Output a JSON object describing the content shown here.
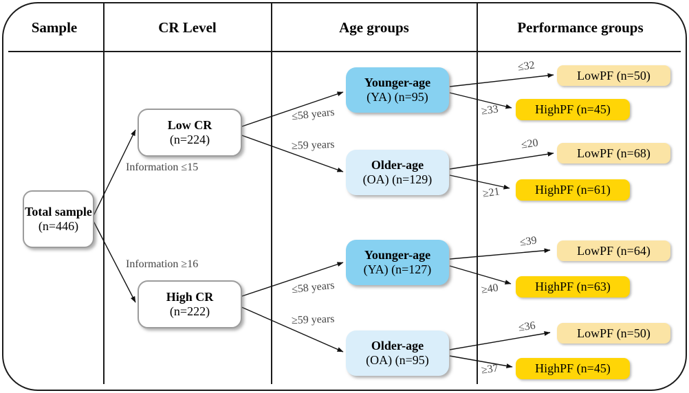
{
  "figure": {
    "type": "flow-diagram",
    "description": "Sample stratification flowchart"
  },
  "header": {
    "columns": [
      "Sample",
      "CR Level",
      "Age groups",
      "Performance groups"
    ]
  },
  "colors": {
    "frame": "#1a1a1a",
    "younger_age_box": "#87d1f1",
    "older_age_box": "#daeefa",
    "low_pf_box": "#fbe4a5",
    "high_pf_box": "#ffd506",
    "neutral_box_border": "#9c9c9c",
    "edge_label_text": "#454545"
  },
  "nodes": {
    "total_sample": {
      "title": "Total sample",
      "count": "(n=446)"
    },
    "low_cr": {
      "title": "Low CR",
      "count": "(n=224)"
    },
    "high_cr": {
      "title": "High CR",
      "count": "(n=222)"
    },
    "ya_low_cr": {
      "title": "Younger-age",
      "count": "(YA) (n=95)"
    },
    "oa_low_cr": {
      "title": "Older-age",
      "count": "(OA) (n=129)"
    },
    "ya_high_cr": {
      "title": "Younger-age",
      "count": "(YA) (n=127)"
    },
    "oa_high_cr": {
      "title": "Older-age",
      "count": "(OA) (n=95)"
    },
    "pf_boxes": [
      "LowPF (n=50)",
      "HighPF (n=45)",
      "LowPF (n=68)",
      "HighPF (n=61)",
      "LowPF (n=64)",
      "HighPF (n=63)",
      "LowPF (n=50)",
      "HighPF (n=45)"
    ]
  },
  "edge_labels": {
    "information_low": "Information ≤15",
    "information_high": "Information ≥16",
    "younger_cutoff": "≤58 years",
    "older_cutoff": "≥59 years",
    "thresholds": [
      "≤32",
      "≥33",
      "≤20",
      "≥21",
      "≤39",
      "≥40",
      "≤36",
      "≥37"
    ]
  }
}
